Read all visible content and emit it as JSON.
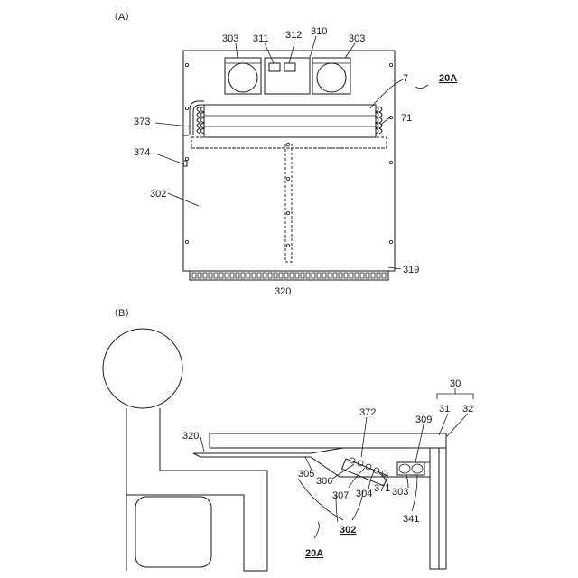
{
  "panel_a": {
    "title": "（A）",
    "labels": {
      "l303a": "303",
      "l311": "311",
      "l312": "312",
      "l310": "310",
      "l303b": "303",
      "l7": "7",
      "l20A": "20A",
      "l373": "373",
      "l71": "71",
      "l374": "374",
      "l302": "302",
      "l319": "319",
      "l320": "320"
    }
  },
  "panel_b": {
    "title": "（B）",
    "labels": {
      "l30": "30",
      "l31": "31",
      "l32": "32",
      "l372": "372",
      "l309": "309",
      "l320": "320",
      "l305": "305",
      "l306": "306",
      "l307": "307",
      "l304": "304",
      "l371": "371",
      "l303": "303",
      "l302": "302",
      "l341": "341",
      "l20A": "20A"
    }
  }
}
